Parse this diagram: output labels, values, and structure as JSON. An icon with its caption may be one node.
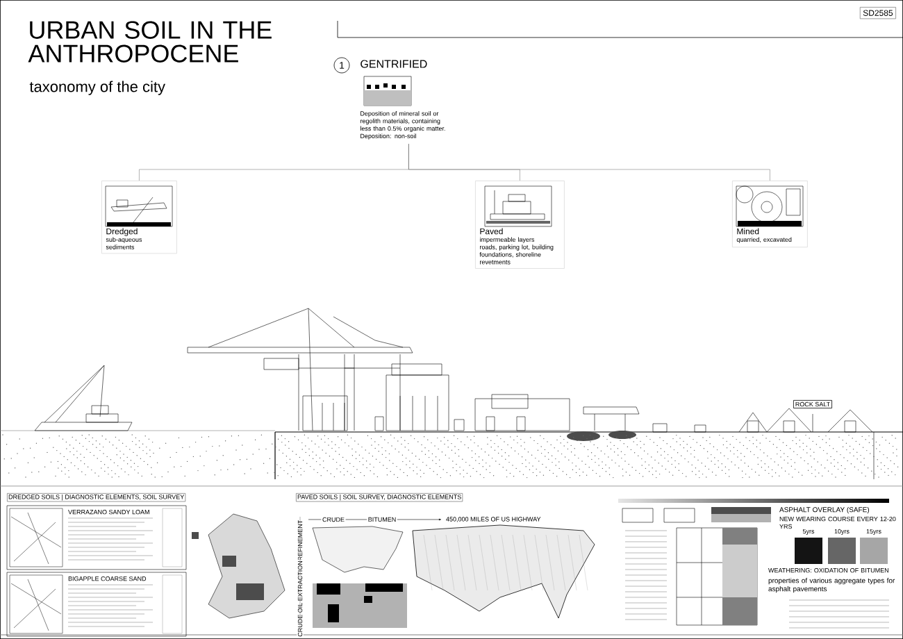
{
  "diagram": {
    "title": "URBAN SOIL IN THE ANTHROPOCENE",
    "nodes": [
      {
        "text": [
          "GENTRIFIED",
          "Deposition of mineral soil or regolith materials, containing less than 0.5% organic matter. Deposition: non-soil"
        ],
        "beside": [
          "1"
        ]
      },
      {
        "text": [
          "Dredged",
          "sub-aqueous sediments"
        ]
      },
      {
        "text": [
          "Paved",
          "impermeable layers roads, parking lot, building foundations, shoreline revetments"
        ]
      },
      {
        "text": [
          "Mined",
          "quarried, excavated"
        ]
      }
    ],
    "edges": [
      {
        "from": 0,
        "to": 1,
        "arrow": "none"
      },
      {
        "from": 0,
        "to": 2,
        "arrow": "none"
      },
      {
        "from": 0,
        "to": 3,
        "arrow": "none"
      }
    ],
    "labels": [
      "SD2585",
      "taxonomy of the city",
      "ROCK SALT",
      "DREDGED SOILS | DIAGNOSTIC ELEMENTS, SOIL SURVEY",
      "VERRAZANO SANDY LOAM",
      "BIGAPPLE COARSE SAND",
      "PAVED SOILS | SOIL SURVEY, DIAGNOSTIC ELEMENTS",
      "CRUDE",
      "BITUMEN",
      "450,000 MILES OF US HIGHWAY",
      "REFINEMENT",
      "CRUDE OIL EXTRACTION",
      "ASPHALT OVERLAY (SAFE)",
      "NEW WEARING COURSE EVERY 12-20 YRS",
      "5yrs",
      "10yrs",
      "15yrs",
      "WEATHERING: OXIDATION OF BITUMEN",
      "properties of various aggregate types for asphalt pavements"
    ]
  }
}
